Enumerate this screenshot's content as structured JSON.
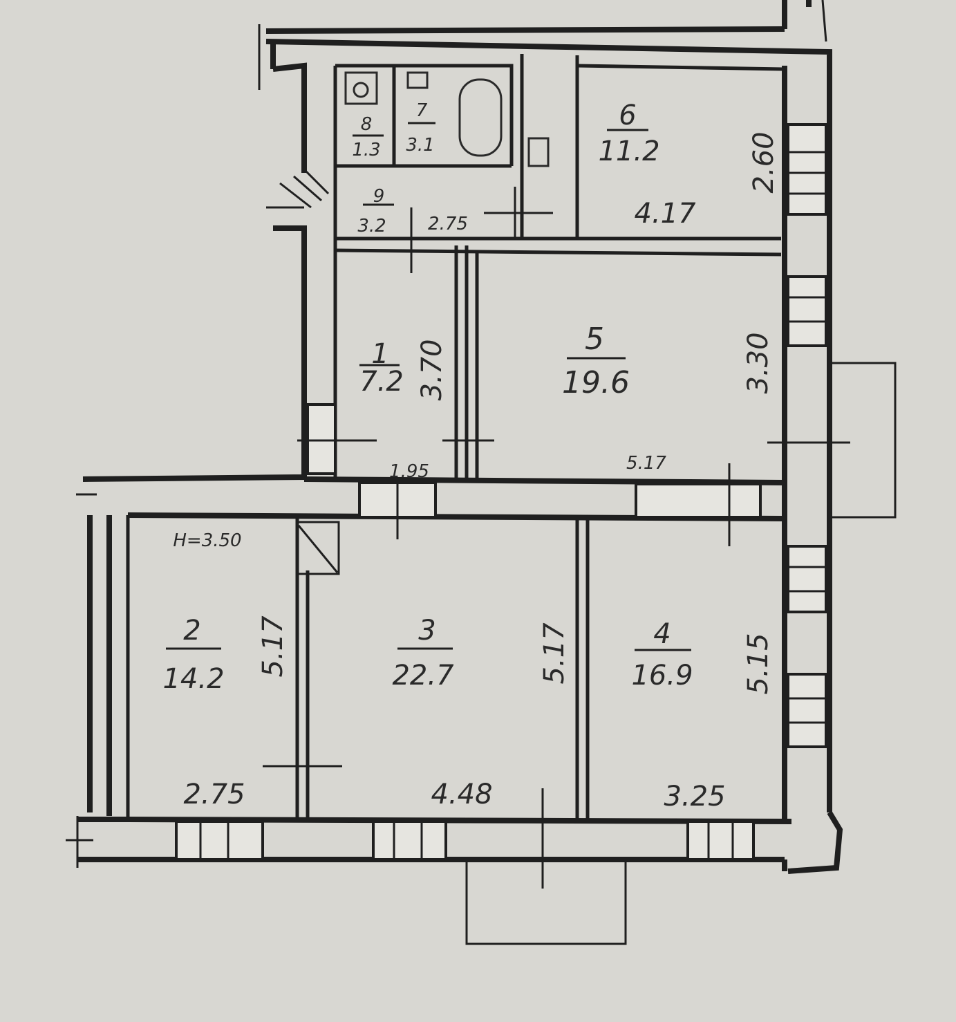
{
  "rooms": [
    {
      "number": "1",
      "area": "7.2"
    },
    {
      "number": "2",
      "area": "14.2"
    },
    {
      "number": "3",
      "area": "22.7"
    },
    {
      "number": "4",
      "area": "16.9"
    },
    {
      "number": "5",
      "area": "19.6"
    },
    {
      "number": "6",
      "area": "11.2"
    },
    {
      "number": "7",
      "area": "3.1"
    },
    {
      "number": "8",
      "area": "1.3"
    },
    {
      "number": "9",
      "area": "3.2"
    }
  ],
  "dimensions": {
    "room1_height": "3.70",
    "room1_width": "1.95",
    "room2_width": "2.75",
    "room2_height": "5.17",
    "room3_width": "4.48",
    "room3_height": "5.17",
    "room4_width": "3.25",
    "room4_height": "5.15",
    "room5_width": "5.17",
    "room5_height": "3.30",
    "room6_width": "4.17",
    "room6_height": "2.60",
    "corridor_width": "2.75",
    "ceiling_height": "H=3.50"
  }
}
